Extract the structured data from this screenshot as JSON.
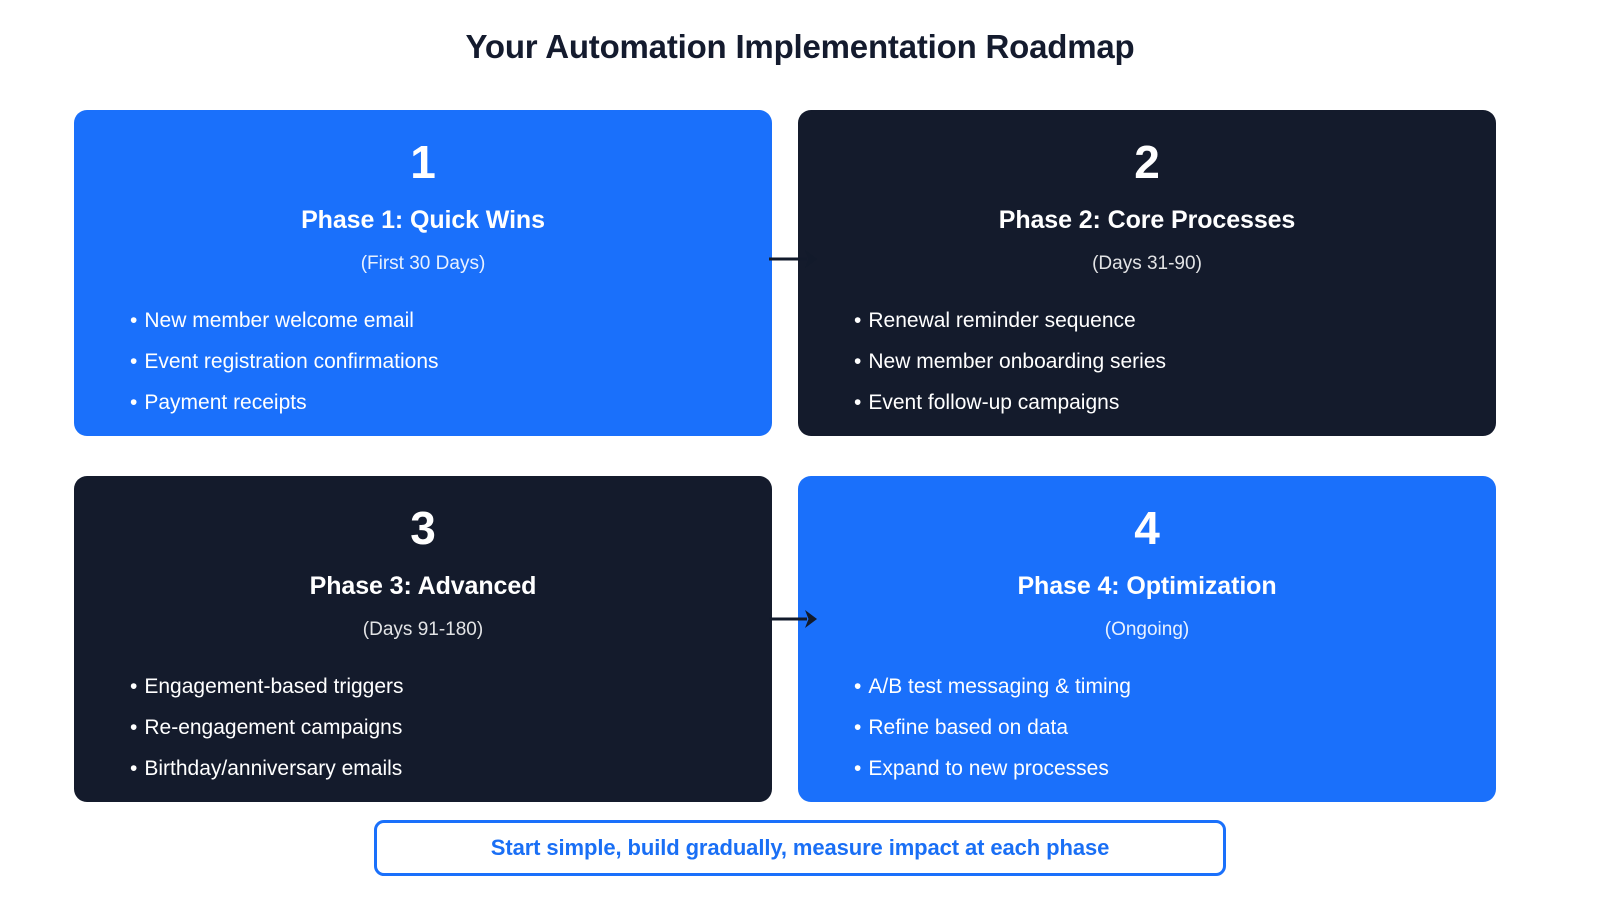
{
  "title": "Your Automation Implementation Roadmap",
  "colors": {
    "accent_blue": "#1a70fb",
    "dark_navy": "#141b2c",
    "title_text": "#141b2e",
    "footer_text": "#1a6ff5",
    "background": "#ffffff"
  },
  "cards": [
    {
      "number": "1",
      "title": "Phase 1: Quick Wins",
      "period": "(First 30 Days)",
      "theme": "blue",
      "items": [
        "New member welcome email",
        "Event registration confirmations",
        "Payment receipts"
      ]
    },
    {
      "number": "2",
      "title": "Phase 2: Core Processes",
      "period": "(Days 31-90)",
      "theme": "dark",
      "items": [
        "Renewal reminder sequence",
        "New member onboarding series",
        "Event follow-up campaigns"
      ]
    },
    {
      "number": "3",
      "title": "Phase 3: Advanced",
      "period": "(Days 91-180)",
      "theme": "dark",
      "items": [
        "Engagement-based triggers",
        "Re-engagement campaigns",
        "Birthday/anniversary emails"
      ]
    },
    {
      "number": "4",
      "title": "Phase 4: Optimization",
      "period": "(Ongoing)",
      "theme": "blue",
      "items": [
        "A/B test messaging & timing",
        "Refine based on data",
        "Expand to new processes"
      ]
    }
  ],
  "bullet_glyph": "•",
  "connectors": [
    {
      "name": "arrow-phase1-to-phase2",
      "icon": "arrow-right-icon"
    },
    {
      "name": "arrow-phase3-to-phase4",
      "icon": "arrow-right-icon"
    }
  ],
  "footer": {
    "text": "Start simple, build gradually, measure impact at each phase"
  }
}
